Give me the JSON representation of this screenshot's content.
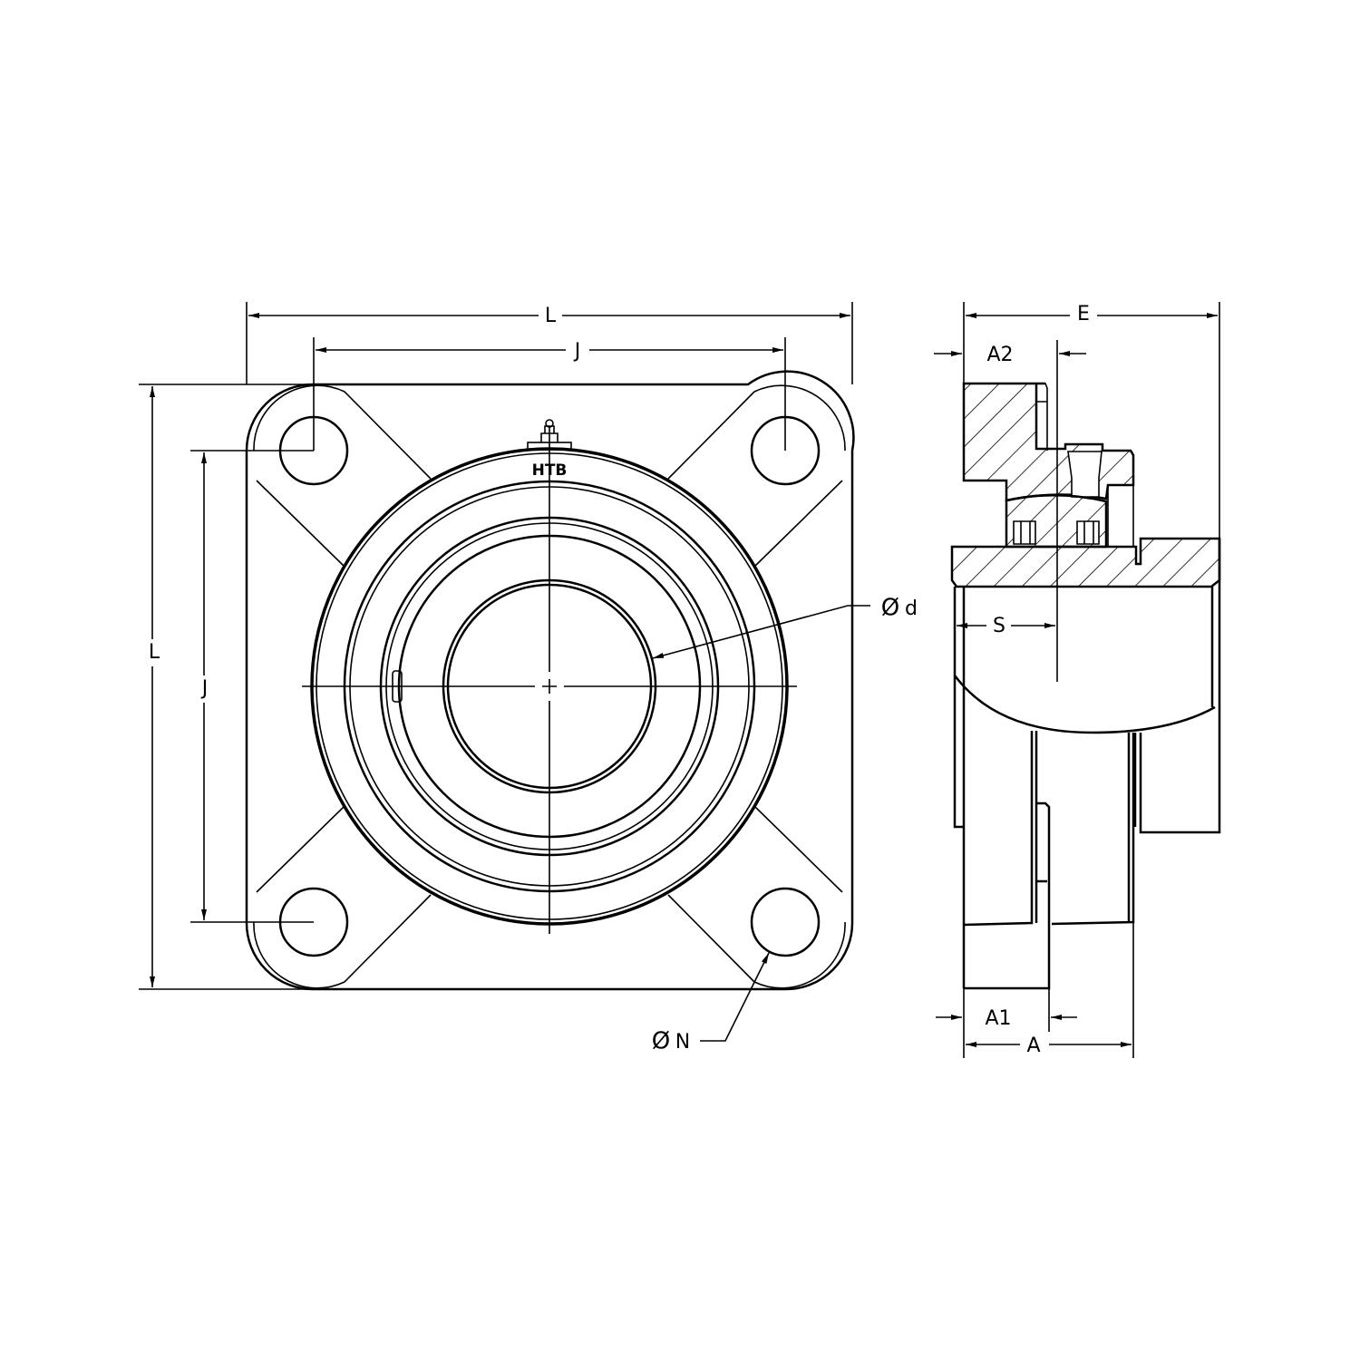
{
  "front_view": {
    "logo": "HTB",
    "dimensions": {
      "overall_width": "L",
      "bolt_spacing_horizontal": "J",
      "overall_height": "L",
      "bolt_spacing_vertical": "J",
      "bore_diameter_symbol": "Ø",
      "bore_diameter": "d",
      "bolt_hole_diameter_symbol": "Ø",
      "bolt_hole_diameter": "N"
    }
  },
  "side_view": {
    "dimensions": {
      "overall_length": "E",
      "a2": "A2",
      "s": "S",
      "a1": "A1",
      "a": "A"
    }
  }
}
